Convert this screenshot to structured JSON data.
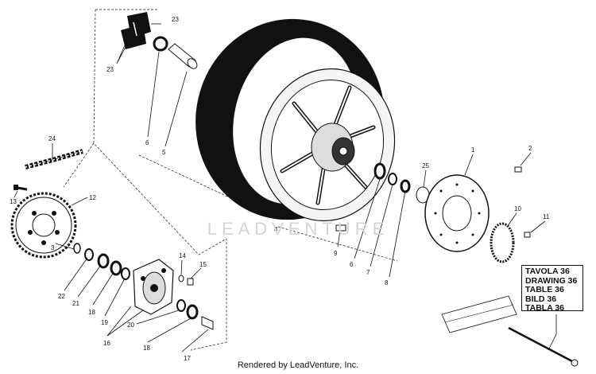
{
  "diagram": {
    "callouts": [
      "23",
      "23",
      "6",
      "5",
      "24",
      "13",
      "12",
      "3",
      "22",
      "21",
      "18",
      "19",
      "16",
      "14",
      "15",
      "20",
      "18",
      "17",
      "4",
      "9",
      "6",
      "7",
      "8",
      "25",
      "1",
      "2",
      "10",
      "11"
    ],
    "title_block": [
      "TAVOLA 36",
      "DRAWING 36",
      "TABLE 36",
      "BILD 36",
      "TABLA 36"
    ],
    "watermark": "LEADVENTURE",
    "footer": "Rendered by LeadVenture, Inc."
  }
}
